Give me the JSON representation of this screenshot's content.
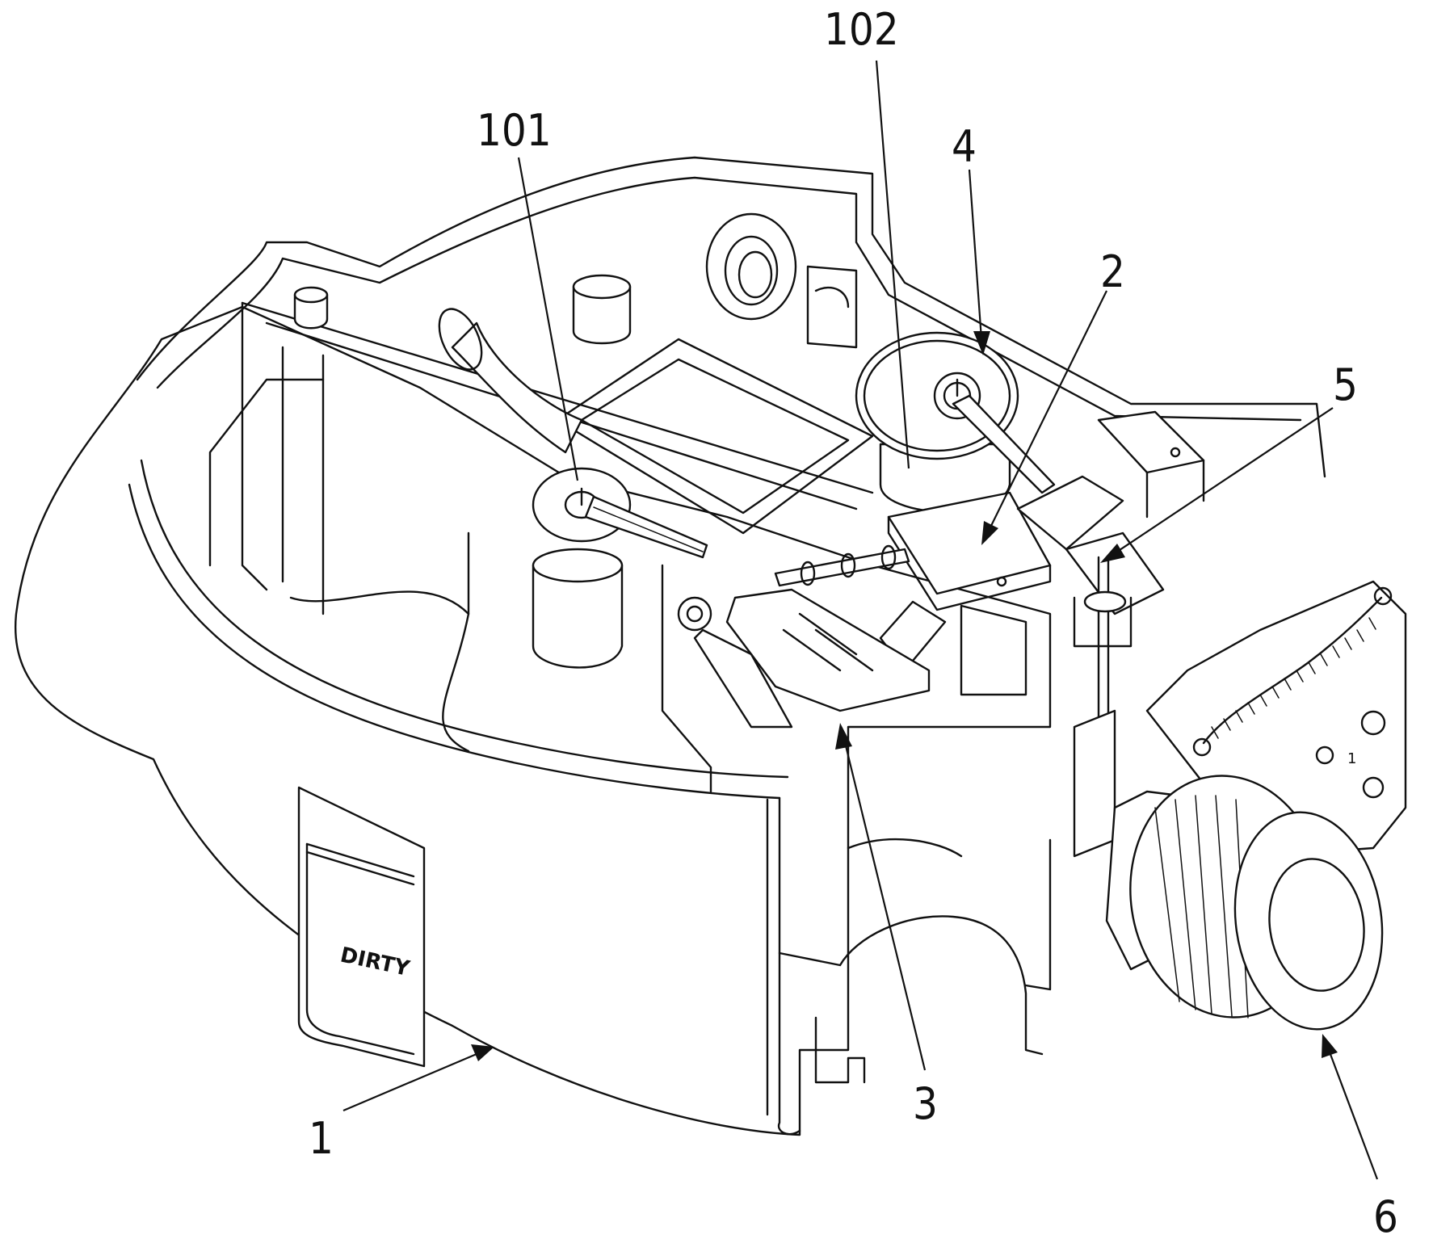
{
  "labels": {
    "l1": "1",
    "l2": "2",
    "l3": "3",
    "l4": "4",
    "l5": "5",
    "l6": "6",
    "l101": "101",
    "l102": "102"
  },
  "panel_text": "DIRTY",
  "gear_mark": "1"
}
